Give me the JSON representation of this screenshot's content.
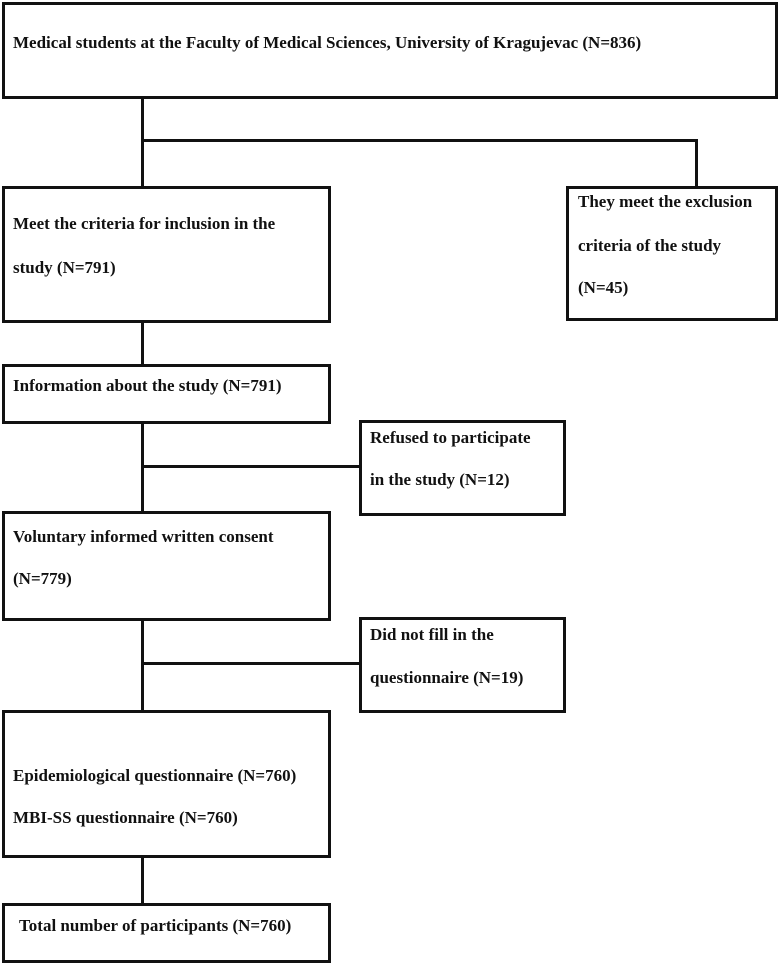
{
  "flowchart": {
    "total_population": "Medical students at the Faculty of Medical Sciences, University of Kragujevac (N=836)",
    "inclusion_line1": "Meet the criteria for inclusion in the",
    "inclusion_line2": "study (N=791)",
    "exclusion_line1": "They meet the exclusion",
    "exclusion_line2": "criteria of the study",
    "exclusion_line3": "(N=45)",
    "information": "Information about the study (N=791)",
    "refused_line1": "Refused to participate",
    "refused_line2": "in the study (N=12)",
    "consent_line1": "Voluntary informed written consent",
    "consent_line2": "(N=779)",
    "not_filled_line1": "Did not fill in the",
    "not_filled_line2": "questionnaire (N=19)",
    "questionnaire_line1": "Epidemiological questionnaire (N=760)",
    "questionnaire_line2": "MBI-SS questionnaire (N=760)",
    "total_participants": "Total number of participants (N=760)"
  }
}
